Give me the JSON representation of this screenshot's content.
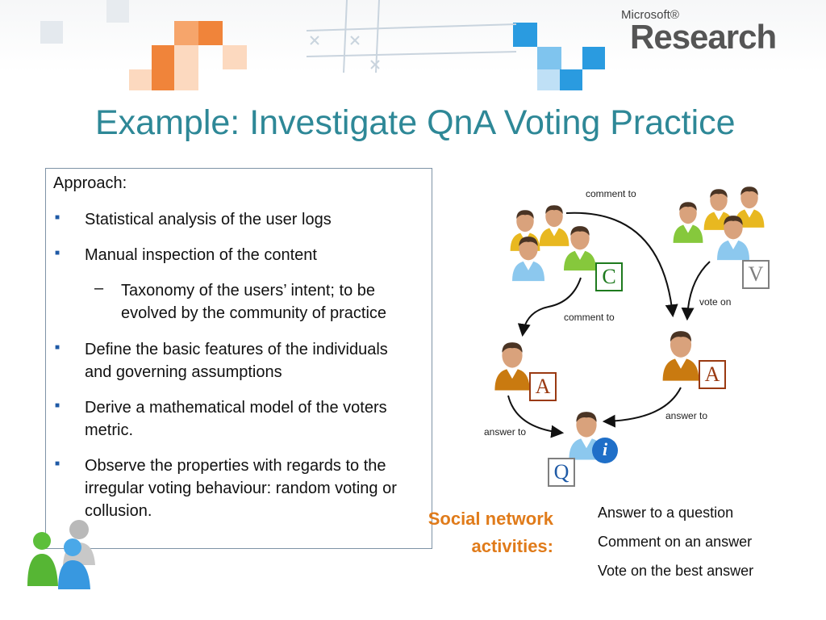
{
  "header": {
    "logo_small": "Microsoft®",
    "logo_big": "Research"
  },
  "slide": {
    "title": "Example: Investigate QnA Voting Practice"
  },
  "approach": {
    "heading": "Approach:",
    "bullets": [
      "Statistical analysis of the user logs",
      "Manual inspection of the content",
      "Define the basic features of the individuals and governing assumptions",
      "Derive a mathematical model of the voters metric.",
      "Observe the properties with regards to the irregular voting behaviour: random voting or collusion."
    ],
    "sub_bullet": "Taxonomy of the users’ intent; to be evolved by the community of practice"
  },
  "diagram": {
    "labels": {
      "comment_top": "comment to",
      "comment_mid": "comment to",
      "vote_on": "vote on",
      "answer_left": "answer to",
      "answer_right": "answer to"
    },
    "roles": {
      "commenter": "C",
      "voter": "V",
      "answerer_left": "A",
      "answerer_right": "A",
      "questioner": "Q"
    },
    "info_icon_glyph": "i"
  },
  "social": {
    "title_line1": "Social network",
    "title_line2": "activities:",
    "items": [
      "Answer to a question",
      "Comment on an answer",
      "Vote on the best answer"
    ]
  },
  "colors": {
    "title": "#2e8897",
    "accent_orange": "#e07b1a",
    "role_green": "#1e7a1e",
    "role_gray": "#7f7f7f",
    "role_brown": "#9a3a12",
    "role_blue": "#1f5aa6"
  }
}
